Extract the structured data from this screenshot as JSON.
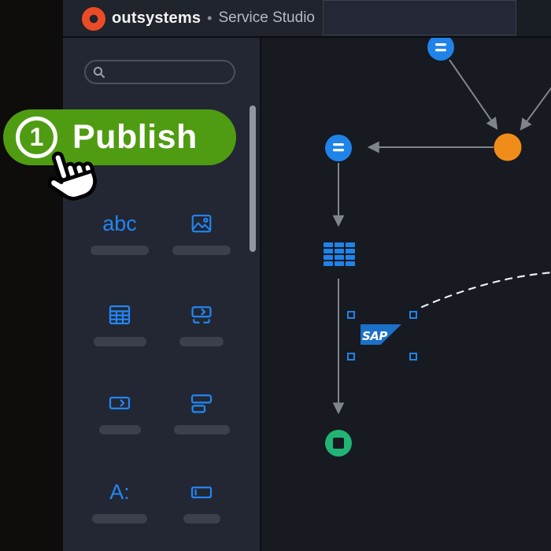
{
  "colors": {
    "logo_red": "#ec4b27",
    "publish_green": "#4f9c13",
    "accent_blue": "#2385f2",
    "node_blue": "#1f83ea",
    "node_orange": "#f08c1a",
    "node_green": "#21b475",
    "sap_blue": "#1b70c8",
    "arrow_gray": "#80858d"
  },
  "topbar": {
    "brand": "outsystems",
    "separator": "•",
    "product": "Service Studio"
  },
  "publish_callout": {
    "step_number": "1",
    "label": "Publish"
  },
  "sidebar": {
    "search": {
      "value": "",
      "placeholder": ""
    },
    "toolbox": [
      {
        "name": "text",
        "glyph": "abc"
      },
      {
        "name": "image"
      },
      {
        "name": "table"
      },
      {
        "name": "carousel"
      },
      {
        "name": "button"
      },
      {
        "name": "container"
      },
      {
        "name": "label",
        "glyph": "A:"
      },
      {
        "name": "input"
      }
    ]
  },
  "canvas": {
    "nodes": [
      {
        "id": "assign-top",
        "type": "assign"
      },
      {
        "id": "assign-left",
        "type": "assign"
      },
      {
        "id": "orange-node",
        "type": "circle"
      },
      {
        "id": "aggregate",
        "type": "data-grid"
      },
      {
        "id": "sap",
        "type": "integration",
        "label": "SAP"
      },
      {
        "id": "end",
        "type": "end"
      }
    ]
  }
}
